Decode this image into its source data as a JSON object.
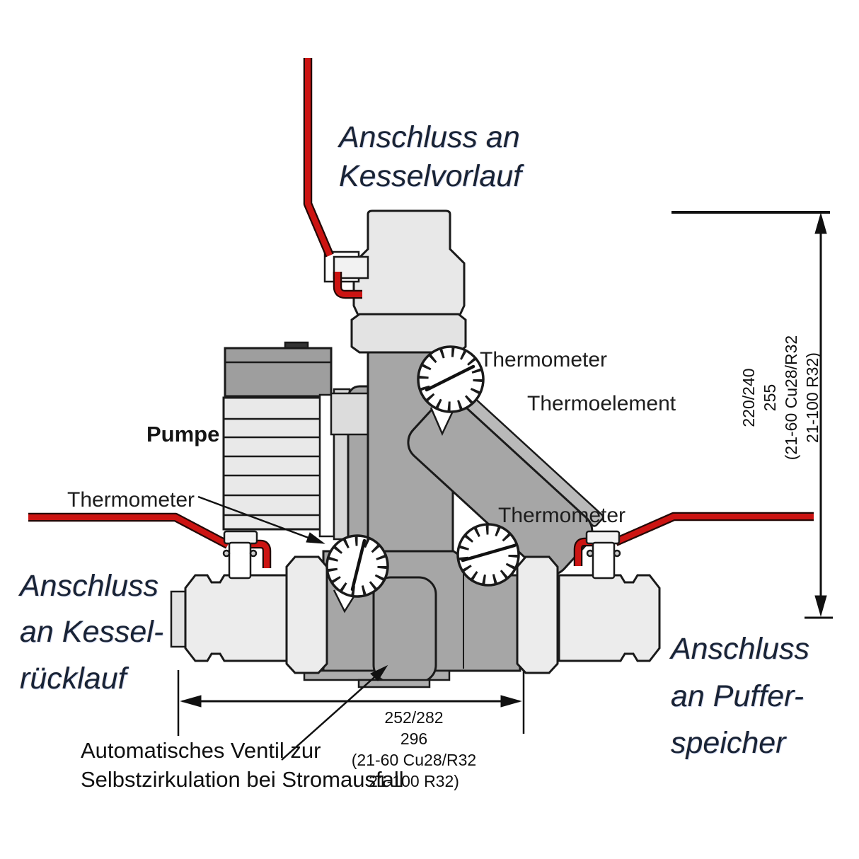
{
  "labels": {
    "kesselvorlauf": [
      "Anschluss an",
      "Kesselvorlauf"
    ],
    "kesselruecklauf": [
      "Anschluss",
      "an Kessel-",
      "rücklauf"
    ],
    "pufferspeicher": [
      "Anschluss",
      "an Puffer-",
      "speicher"
    ],
    "pumpe": "Pumpe",
    "thermometer_left": "Thermometer",
    "thermometer_top": "Thermometer",
    "thermometer_right": "Thermometer",
    "thermoelement": "Thermoelement",
    "ventil": [
      "Automatisches Ventil zur",
      "Selbstzirkulation bei Stromausfall"
    ]
  },
  "dimensions": {
    "vertical_lines": [
      "220/240",
      "255",
      "(21-60 Cu28/R32",
      "21-100 R32)"
    ],
    "horizontal_lines": [
      "252/282",
      "296",
      "(21-60 Cu28/R32",
      "21-100 R32)"
    ]
  },
  "colors": {
    "pipe_red": "#cc1412",
    "body_gray": "#a6a6a6",
    "fitting_light": "#ececec",
    "motor_light": "#e9e9e9",
    "outline": "#1a1a1a",
    "label_ink": "#182336"
  },
  "icons": {
    "gauge": "thermometer-gauge-dial",
    "arrow": "dimension-arrow"
  }
}
